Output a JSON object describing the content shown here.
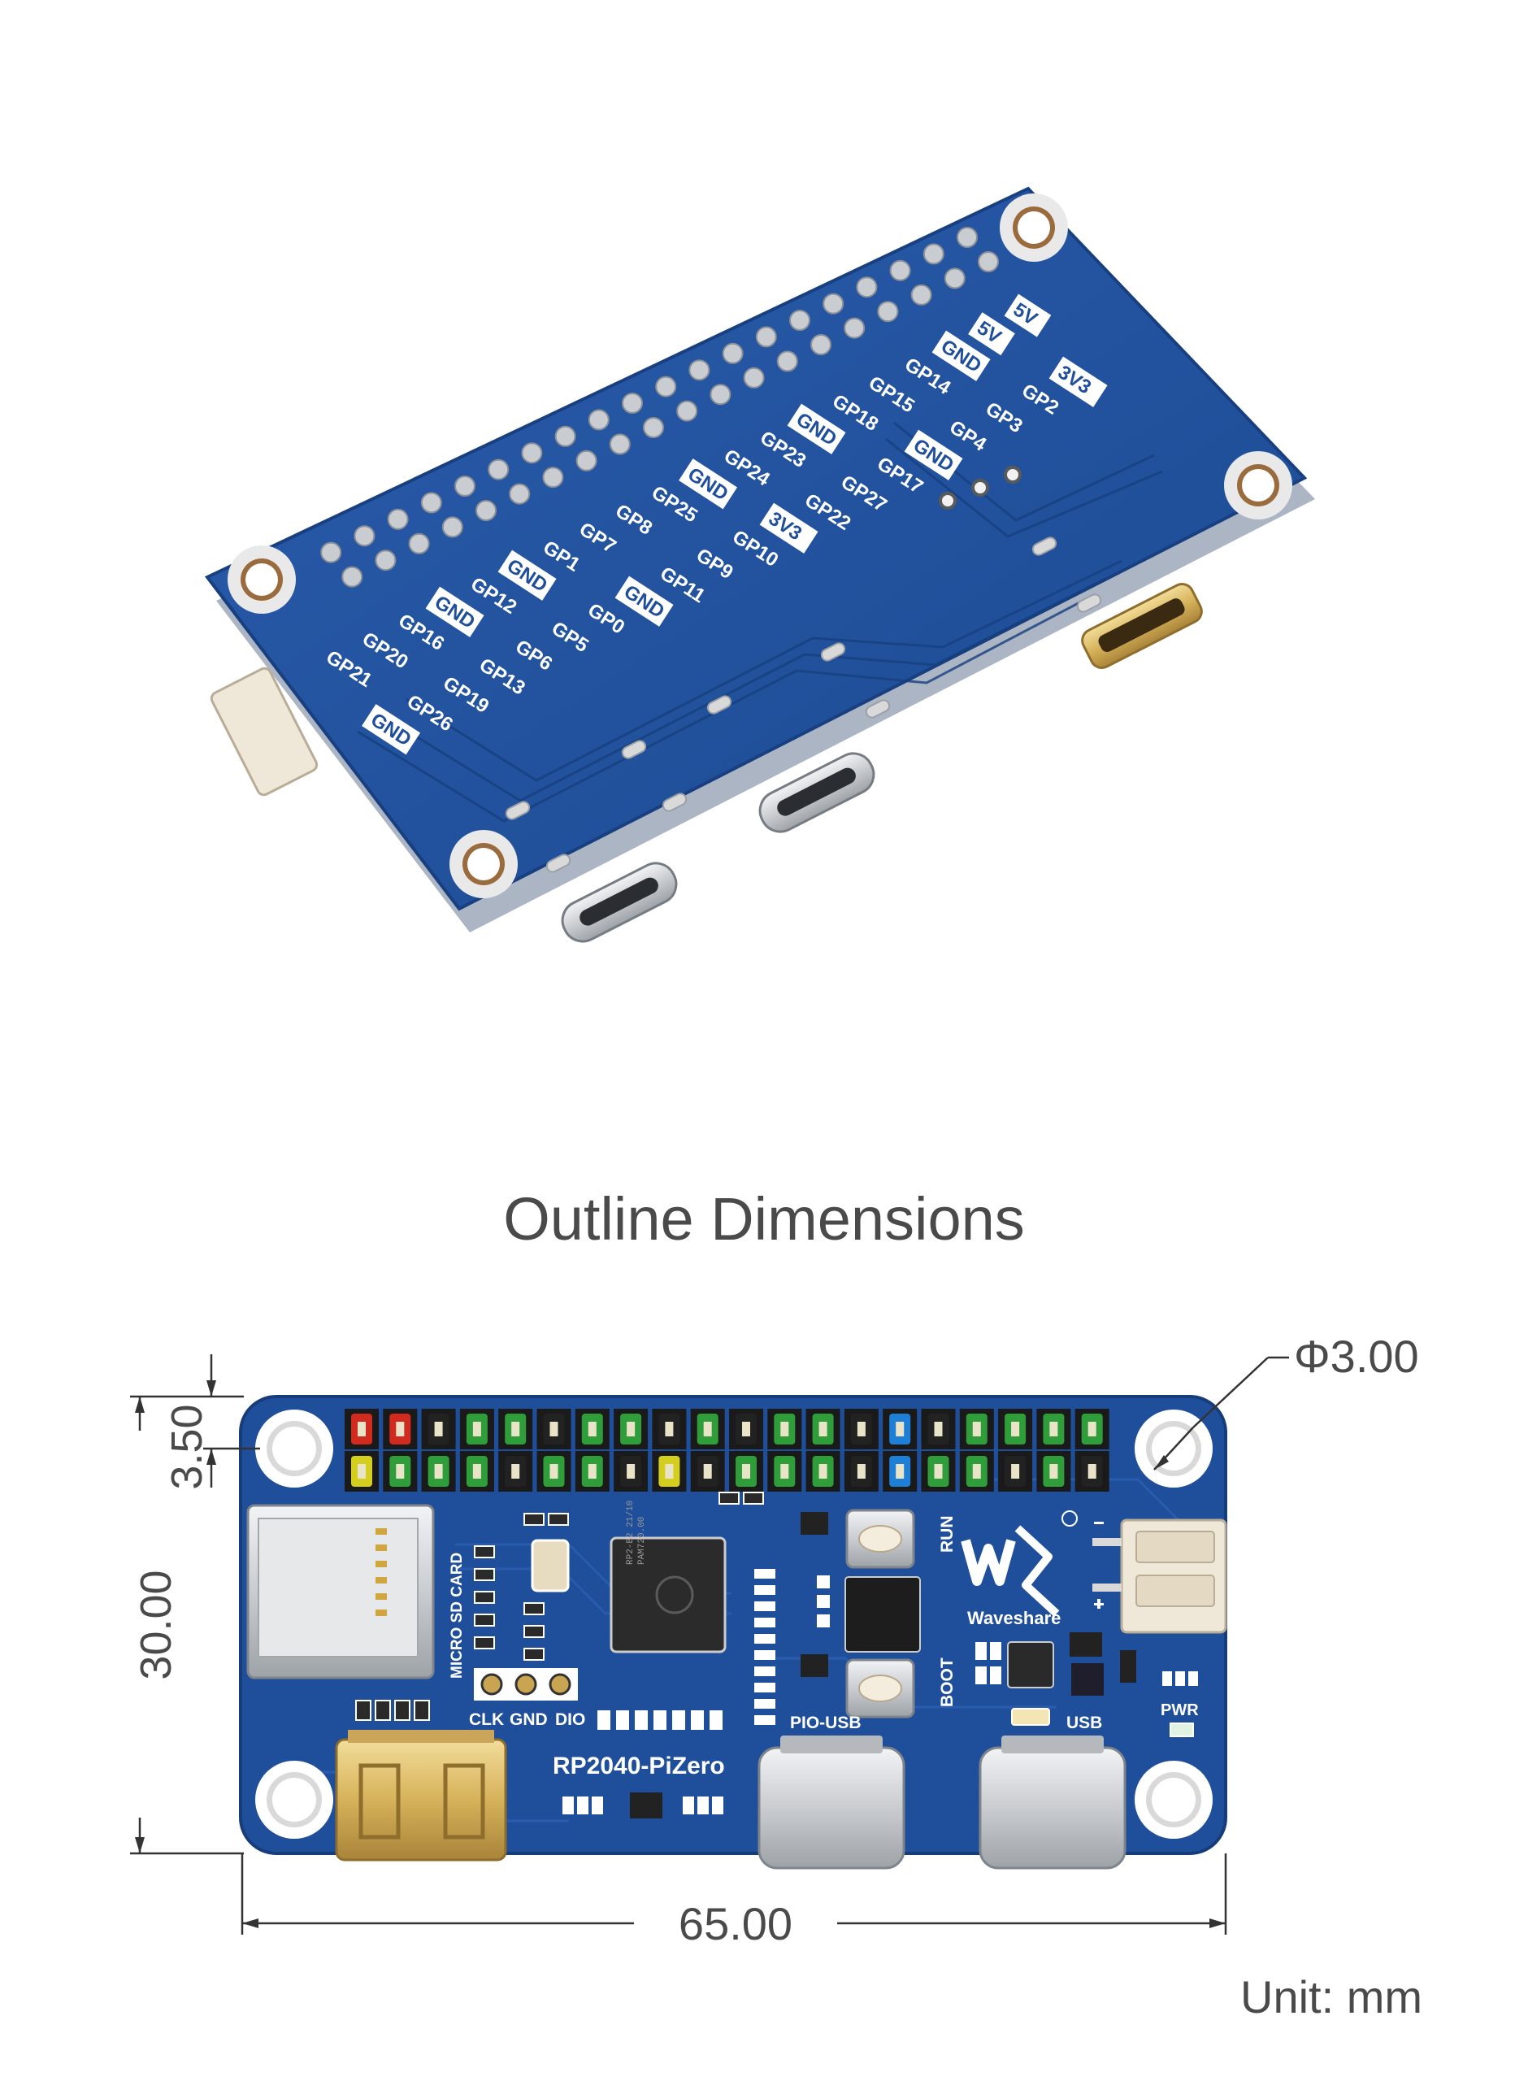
{
  "title": "Outline Dimensions",
  "unit": "Unit: mm",
  "dimensions": {
    "width": "65.00",
    "height": "30.00",
    "hole_offset": "3.50",
    "hole_diameter": "Φ3.00"
  },
  "board_top": {
    "name": "RP2040-PiZero",
    "brand": "Waveshare",
    "sd_label": "MICRO SD CARD",
    "swd_labels": [
      "CLK",
      "GND",
      "DIO"
    ],
    "button_labels": [
      "RUN",
      "BOOT"
    ],
    "port_labels": [
      "PIO-USB",
      "USB"
    ],
    "pwr_label": "PWR",
    "chip_text": [
      "RP2-B2  21/10",
      "PAM720.00"
    ]
  },
  "board_back": {
    "pin_labels_row1": [
      "5V",
      "5V",
      "GND",
      "GP14",
      "GP15",
      "GP18",
      "GND",
      "GP23",
      "GP24",
      "GND",
      "GP25",
      "GP8",
      "GP7",
      "GP1",
      "GND",
      "GP12",
      "GND",
      "GP16",
      "GP20",
      "GP21"
    ],
    "pin_labels_row2": [
      "3V3",
      "GP2",
      "GP3",
      "GP4",
      "GND",
      "GP17",
      "GP27",
      "GP22",
      "3V3",
      "GP10",
      "GP9",
      "GP11",
      "GND",
      "GP0",
      "GP5",
      "GP6",
      "GP13",
      "GP19",
      "GP26",
      "GND"
    ]
  },
  "colors": {
    "pcb_blue": "#1f4f9a",
    "pcb_dark": "#173f7f",
    "pin_green": "#2f9e3a",
    "pin_red": "#d12b1f",
    "pin_yellow": "#d4cf1f",
    "pin_blue": "#1e7fd6",
    "pin_black": "#222222",
    "gold": "#d6b25a",
    "silver": "#c9ccd0"
  }
}
